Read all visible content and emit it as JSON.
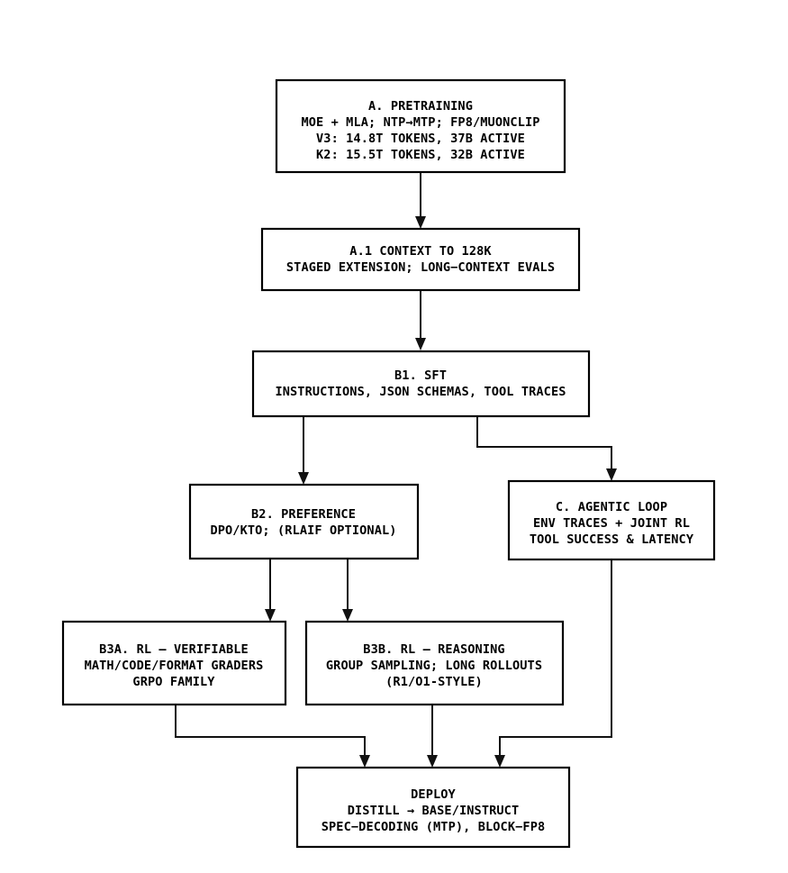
{
  "diagram": {
    "title": "LLM Training Pipeline Flowchart",
    "type": "flowchart",
    "background_color": "#ffffff",
    "box_stroke_color": "#000000",
    "edge_color": "#111111",
    "text_color": "#000000"
  },
  "nodes": {
    "pretraining": {
      "id": "A",
      "lines": [
        "A. PRETRAINING",
        "MOE + MLA; NTP→MTP; FP8/MUONCLIP",
        "V3: 14.8T TOKENS, 37B ACTIVE",
        "K2: 15.5T TOKENS, 32B ACTIVE"
      ]
    },
    "context": {
      "id": "A.1",
      "lines": [
        "A.1 CONTEXT TO 128K",
        "STAGED EXTENSION; LONG−CONTEXT EVALS"
      ]
    },
    "sft": {
      "id": "B1",
      "lines": [
        "B1. SFT",
        "INSTRUCTIONS, JSON SCHEMAS, TOOL TRACES"
      ]
    },
    "preference": {
      "id": "B2",
      "lines": [
        "B2. PREFERENCE",
        "DPO/KTO; (RLAIF OPTIONAL)"
      ]
    },
    "agentic": {
      "id": "C",
      "lines": [
        "C. AGENTIC LOOP",
        "ENV TRACES + JOINT RL",
        "TOOL SUCCESS & LATENCY"
      ]
    },
    "rl_verifiable": {
      "id": "B3A",
      "lines": [
        "B3A. RL — VERIFIABLE",
        "MATH/CODE/FORMAT GRADERS",
        "GRPO FAMILY"
      ]
    },
    "rl_reasoning": {
      "id": "B3B",
      "lines": [
        "B3B. RL — REASONING",
        "GROUP SAMPLING; LONG ROLLOUTS",
        "(R1/O1-STYLE)"
      ]
    },
    "deploy": {
      "id": "DEPLOY",
      "lines": [
        "DEPLOY",
        "DISTILL → BASE/INSTRUCT",
        "SPEC−DECODING (MTP), BLOCK−FP8"
      ]
    }
  },
  "edges": [
    {
      "name": "pretraining-to-context",
      "from": "pretraining",
      "to": "context"
    },
    {
      "name": "context-to-sft",
      "from": "context",
      "to": "sft"
    },
    {
      "name": "sft-to-preference",
      "from": "sft",
      "to": "preference"
    },
    {
      "name": "sft-to-agentic",
      "from": "sft",
      "to": "agentic"
    },
    {
      "name": "preference-to-rl-verifiable",
      "from": "preference",
      "to": "rl_verifiable"
    },
    {
      "name": "preference-to-rl-reasoning",
      "from": "preference",
      "to": "rl_reasoning"
    },
    {
      "name": "rl-verifiable-to-deploy",
      "from": "rl_verifiable",
      "to": "deploy"
    },
    {
      "name": "rl-reasoning-to-deploy",
      "from": "rl_reasoning",
      "to": "deploy"
    },
    {
      "name": "agentic-to-deploy",
      "from": "agentic",
      "to": "deploy"
    }
  ]
}
